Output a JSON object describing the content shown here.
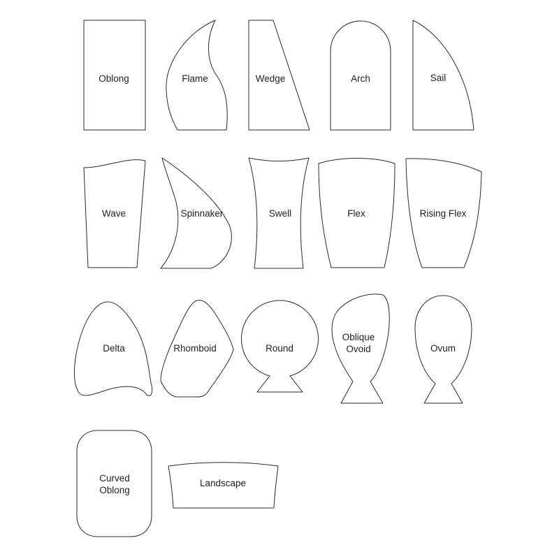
{
  "shapes": [
    {
      "id": "oblong",
      "label": [
        "Oblong"
      ]
    },
    {
      "id": "flame",
      "label": [
        "Flame"
      ]
    },
    {
      "id": "wedge",
      "label": [
        "Wedge"
      ]
    },
    {
      "id": "arch",
      "label": [
        "Arch"
      ]
    },
    {
      "id": "sail",
      "label": [
        "Sail"
      ]
    },
    {
      "id": "wave",
      "label": [
        "Wave"
      ]
    },
    {
      "id": "spinnaker",
      "label": [
        "Spinnaker"
      ]
    },
    {
      "id": "swell",
      "label": [
        "Swell"
      ]
    },
    {
      "id": "flex",
      "label": [
        "Flex"
      ]
    },
    {
      "id": "rising-flex",
      "label": [
        "Rising Flex"
      ]
    },
    {
      "id": "delta",
      "label": [
        "Delta"
      ]
    },
    {
      "id": "rhomboid",
      "label": [
        "Rhomboid"
      ]
    },
    {
      "id": "round",
      "label": [
        "Round"
      ]
    },
    {
      "id": "oblique-ovoid",
      "label": [
        "Oblique",
        "Ovoid"
      ]
    },
    {
      "id": "ovum",
      "label": [
        "Ovum"
      ]
    },
    {
      "id": "curved-oblong",
      "label": [
        "Curved",
        "Oblong"
      ]
    },
    {
      "id": "landscape",
      "label": [
        "Landscape"
      ]
    }
  ]
}
